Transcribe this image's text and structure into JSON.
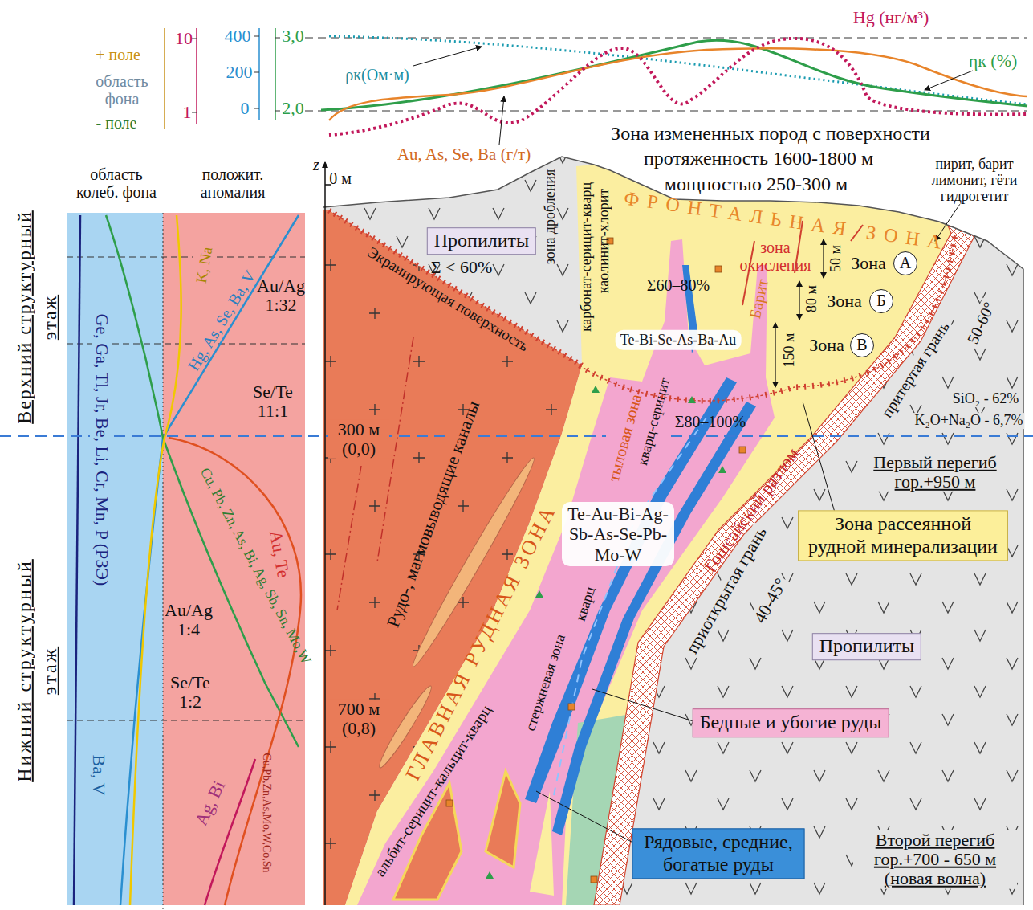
{
  "diagram": {
    "nodes": [
      {
        "text": [
          "Пропилиты"
        ]
      },
      {
        "text": [
          "Пропилиты"
        ]
      },
      {
        "text": [
          "Te-Bi-Se-As-Ba-Au"
        ]
      },
      {
        "text": [
          "Te-Au-Bi-Ag-Sb-As-Se-Pb-Mo-W"
        ]
      },
      {
        "text": [
          "Зона рассеянной рудной минерализации"
        ]
      },
      {
        "text": [
          "Бедные и убогие руды"
        ]
      },
      {
        "text": [
          "Рядовые, средние, богатые руды"
        ]
      },
      {
        "text": [
          "А"
        ]
      },
      {
        "text": [
          "Б"
        ]
      },
      {
        "text": [
          "В"
        ]
      }
    ],
    "labels": [
      "+ поле",
      "область фона",
      "- поле",
      "10",
      "1",
      "400",
      "200",
      "0",
      "3,0",
      "2,0",
      "Hg (нг/м³)",
      "ρк(Ом·м)",
      "ηк (%)",
      "Au, As, Se, Ba (г/т)",
      "Зона измененных пород с поверхности",
      "протяженность 1600-1800 м",
      "мощностью 250-300 м",
      "пирит, барит лимонит, гёти гидрогетит",
      "область колеб. фона",
      "положит. аномалия",
      "Верхний структурный",
      "этаж",
      "Нижний структурный",
      "этаж",
      "Ge, Ga, Tl, Jr, Be, Li, Cr, Mn, P (РЗЭ)",
      "Ba, V",
      "Hg, As, Se, Ba, V",
      "K, Na",
      "Au/Ag 1:32",
      "Se/Te 11:1",
      "Cu, Pb, Zn, As, Bi, Ag, Sb, Sn, Mo,W",
      "Au/Ag 1:4",
      "Se/Te 1:2",
      "Au, Te",
      "Ag, Bi",
      "Cu,Pb,Zn,As,Mo,W,Co,Sn",
      "z",
      "0 м",
      "300 м (0,0)",
      "700 м (0,8)",
      "Экранирующая поверхность",
      "зона дробления",
      "карбонат-серицит-кварц",
      "каолинит-хлорит",
      "Σ < 60%",
      "Σ60–80%",
      "Σ80–100%",
      "ФРОНТАЛЬНАЯ ЗОНА",
      "зона окисления",
      "Барит",
      "50 м",
      "80 м",
      "150 м",
      "Зона",
      "Зона",
      "Зона",
      "притертая грань",
      "50-60°",
      "Гошсайский разлом",
      "SiO₂ - 62%",
      "K₂O+Na₂O - 6,7%",
      "Первый перегиб гор.+950 м",
      "приоткрытая грань",
      "40-45°",
      "тыловая зона",
      "кварц-серицит",
      "Рудо-, магмовыводящие каналы",
      "ГЛАВНАЯ РУДНАЯ ЗОНА",
      "альбит-серицит-кальцит-кварц",
      "кварц",
      "стержневая зона",
      "Второй перегиб гор.+700 - 650 м (новая волна)"
    ]
  }
}
